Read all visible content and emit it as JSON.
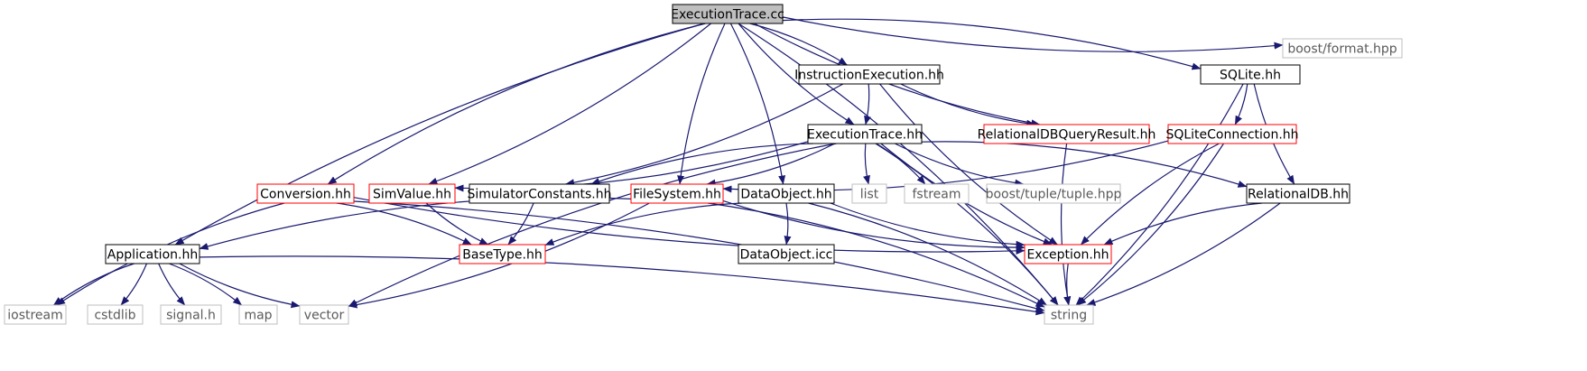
{
  "graph": {
    "edge_color": "#191970",
    "border_colors": {
      "root": "#000000",
      "documented": "#000000",
      "incomplete": "#ff0000",
      "external": "#bfbfbf"
    },
    "fill_colors": {
      "root": "#bfbfbf",
      "default": "#ffffff"
    },
    "nodes": [
      {
        "id": "root",
        "label": "ExecutionTrace.cc",
        "style": "root"
      },
      {
        "id": "instr",
        "label": "InstructionExecution.hh",
        "style": "documented"
      },
      {
        "id": "sqlite",
        "label": "SQLite.hh",
        "style": "documented"
      },
      {
        "id": "boostfmt",
        "label": "boost/format.hpp",
        "style": "external"
      },
      {
        "id": "exechh",
        "label": "ExecutionTrace.hh",
        "style": "documented"
      },
      {
        "id": "reldbqr",
        "label": "RelationalDBQueryResult.hh",
        "style": "incomplete"
      },
      {
        "id": "sqlitecon",
        "label": "SQLiteConnection.hh",
        "style": "incomplete"
      },
      {
        "id": "conv",
        "label": "Conversion.hh",
        "style": "incomplete"
      },
      {
        "id": "simval",
        "label": "SimValue.hh",
        "style": "incomplete"
      },
      {
        "id": "simconst",
        "label": "SimulatorConstants.hh",
        "style": "documented"
      },
      {
        "id": "fs",
        "label": "FileSystem.hh",
        "style": "incomplete"
      },
      {
        "id": "dataobj",
        "label": "DataObject.hh",
        "style": "documented"
      },
      {
        "id": "list",
        "label": "list",
        "style": "external"
      },
      {
        "id": "fstream",
        "label": "fstream",
        "style": "external"
      },
      {
        "id": "tuple",
        "label": "boost/tuple/tuple.hpp",
        "style": "external"
      },
      {
        "id": "reldb",
        "label": "RelationalDB.hh",
        "style": "documented"
      },
      {
        "id": "app",
        "label": "Application.hh",
        "style": "documented"
      },
      {
        "id": "basetype",
        "label": "BaseType.hh",
        "style": "incomplete"
      },
      {
        "id": "dataicc",
        "label": "DataObject.icc",
        "style": "documented"
      },
      {
        "id": "exc",
        "label": "Exception.hh",
        "style": "incomplete"
      },
      {
        "id": "iostream",
        "label": "iostream",
        "style": "external"
      },
      {
        "id": "cstdlib",
        "label": "cstdlib",
        "style": "external"
      },
      {
        "id": "signal",
        "label": "signal.h",
        "style": "external"
      },
      {
        "id": "map",
        "label": "map",
        "style": "external"
      },
      {
        "id": "vector",
        "label": "vector",
        "style": "external"
      },
      {
        "id": "string",
        "label": "string",
        "style": "external"
      }
    ],
    "edges": [
      {
        "from": "root",
        "to": "app"
      },
      {
        "from": "root",
        "to": "string"
      },
      {
        "from": "root",
        "to": "conv"
      },
      {
        "from": "root",
        "to": "simval"
      },
      {
        "from": "root",
        "to": "fs"
      },
      {
        "from": "root",
        "to": "dataobj"
      },
      {
        "from": "root",
        "to": "exechh"
      },
      {
        "from": "root",
        "to": "instr"
      },
      {
        "from": "root",
        "to": "reldbqr"
      },
      {
        "from": "root",
        "to": "sqlite"
      },
      {
        "from": "root",
        "to": "boostfmt"
      },
      {
        "from": "instr",
        "to": "exechh"
      },
      {
        "from": "instr",
        "to": "reldbqr"
      },
      {
        "from": "instr",
        "to": "simconst"
      },
      {
        "from": "instr",
        "to": "exc"
      },
      {
        "from": "sqlite",
        "to": "sqlitecon"
      },
      {
        "from": "sqlite",
        "to": "reldb"
      },
      {
        "from": "sqlite",
        "to": "string"
      },
      {
        "from": "exechh",
        "to": "vector"
      },
      {
        "from": "exechh",
        "to": "simval"
      },
      {
        "from": "exechh",
        "to": "simconst"
      },
      {
        "from": "exechh",
        "to": "fs"
      },
      {
        "from": "exechh",
        "to": "list"
      },
      {
        "from": "exechh",
        "to": "fstream"
      },
      {
        "from": "exechh",
        "to": "tuple"
      },
      {
        "from": "exechh",
        "to": "reldb"
      },
      {
        "from": "exechh",
        "to": "exc"
      },
      {
        "from": "exechh",
        "to": "string"
      },
      {
        "from": "reldbqr",
        "to": "string"
      },
      {
        "from": "sqlitecon",
        "to": "fs"
      },
      {
        "from": "sqlitecon",
        "to": "exc"
      },
      {
        "from": "sqlitecon",
        "to": "string"
      },
      {
        "from": "conv",
        "to": "iostream"
      },
      {
        "from": "conv",
        "to": "basetype"
      },
      {
        "from": "conv",
        "to": "exc"
      },
      {
        "from": "conv",
        "to": "string"
      },
      {
        "from": "simval",
        "to": "basetype"
      },
      {
        "from": "simconst",
        "to": "basetype"
      },
      {
        "from": "fs",
        "to": "app"
      },
      {
        "from": "fs",
        "to": "vector"
      },
      {
        "from": "fs",
        "to": "exc"
      },
      {
        "from": "fs",
        "to": "string"
      },
      {
        "from": "dataobj",
        "to": "basetype"
      },
      {
        "from": "dataobj",
        "to": "dataicc"
      },
      {
        "from": "dataobj",
        "to": "exc"
      },
      {
        "from": "dataobj",
        "to": "string"
      },
      {
        "from": "reldb",
        "to": "exc"
      },
      {
        "from": "reldb",
        "to": "string"
      },
      {
        "from": "app",
        "to": "iostream"
      },
      {
        "from": "app",
        "to": "cstdlib"
      },
      {
        "from": "app",
        "to": "signal"
      },
      {
        "from": "app",
        "to": "map"
      },
      {
        "from": "app",
        "to": "vector"
      },
      {
        "from": "app",
        "to": "string"
      },
      {
        "from": "exc",
        "to": "string"
      }
    ]
  }
}
